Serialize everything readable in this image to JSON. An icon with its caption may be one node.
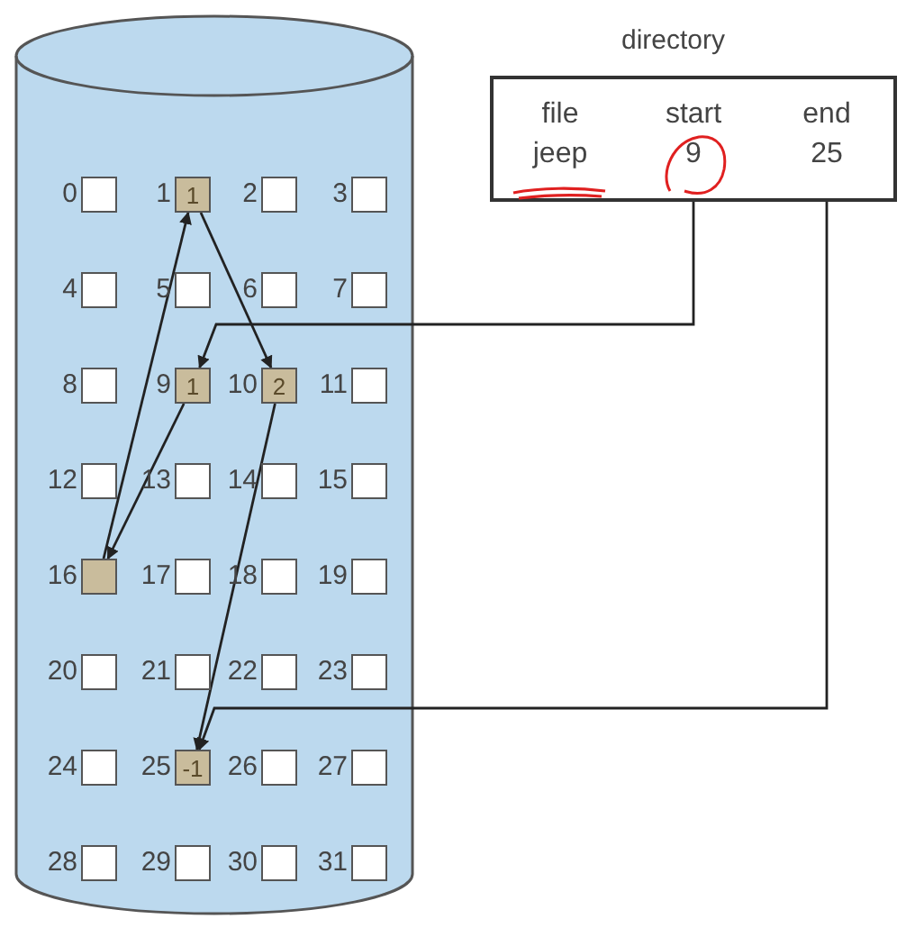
{
  "diagram": {
    "nodes": [
      {
        "text": [],
        "shape": "cylinder"
      },
      {
        "text": [],
        "shape": "box",
        "in": 0,
        "beside": [
          "0"
        ]
      },
      {
        "text": [
          "1"
        ],
        "in": 0,
        "beside": [
          "1"
        ]
      },
      {
        "text": [],
        "shape": "box",
        "in": 0,
        "beside": [
          "2"
        ]
      },
      {
        "text": [],
        "shape": "box",
        "in": 0,
        "beside": [
          "3"
        ]
      },
      {
        "text": [],
        "shape": "box",
        "in": 0,
        "beside": [
          "4"
        ]
      },
      {
        "text": [],
        "shape": "box",
        "in": 0,
        "beside": [
          "5"
        ]
      },
      {
        "text": [],
        "shape": "box",
        "in": 0,
        "beside": [
          "6"
        ]
      },
      {
        "text": [],
        "shape": "box",
        "in": 0,
        "beside": [
          "7"
        ]
      },
      {
        "text": [],
        "shape": "box",
        "in": 0,
        "beside": [
          "8"
        ]
      },
      {
        "text": [
          "1"
        ],
        "in": 0,
        "beside": [
          "9"
        ]
      },
      {
        "text": [
          "2"
        ],
        "in": 0,
        "beside": [
          "10"
        ]
      },
      {
        "text": [],
        "shape": "box",
        "in": 0,
        "beside": [
          "11"
        ]
      },
      {
        "text": [],
        "shape": "box",
        "in": 0,
        "beside": [
          "12"
        ]
      },
      {
        "text": [],
        "shape": "box",
        "in": 0,
        "beside": [
          "13"
        ]
      },
      {
        "text": [],
        "shape": "box",
        "in": 0,
        "beside": [
          "14"
        ]
      },
      {
        "text": [],
        "shape": "box",
        "in": 0,
        "beside": [
          "15"
        ]
      },
      {
        "text": [],
        "shape": "box",
        "in": 0,
        "beside": [
          "16"
        ]
      },
      {
        "text": [],
        "shape": "box",
        "in": 0,
        "beside": [
          "17"
        ]
      },
      {
        "text": [],
        "shape": "box",
        "in": 0,
        "beside": [
          "18"
        ]
      },
      {
        "text": [],
        "shape": "box",
        "in": 0,
        "beside": [
          "19"
        ]
      },
      {
        "text": [],
        "shape": "box",
        "in": 0,
        "beside": [
          "20"
        ]
      },
      {
        "text": [],
        "shape": "box",
        "in": 0,
        "beside": [
          "21"
        ]
      },
      {
        "text": [],
        "shape": "box",
        "in": 0,
        "beside": [
          "22"
        ]
      },
      {
        "text": [],
        "shape": "box",
        "in": 0,
        "beside": [
          "23"
        ]
      },
      {
        "text": [],
        "shape": "box",
        "in": 0,
        "beside": [
          "24"
        ]
      },
      {
        "text": [
          "-1"
        ],
        "in": 0,
        "beside": [
          "25"
        ]
      },
      {
        "text": [],
        "shape": "box",
        "in": 0,
        "beside": [
          "26"
        ]
      },
      {
        "text": [],
        "shape": "box",
        "in": 0,
        "beside": [
          "27"
        ]
      },
      {
        "text": [],
        "shape": "box",
        "in": 0,
        "beside": [
          "28"
        ]
      },
      {
        "text": [],
        "shape": "box",
        "in": 0,
        "beside": [
          "29"
        ]
      },
      {
        "text": [],
        "shape": "box",
        "in": 0,
        "beside": [
          "30"
        ]
      },
      {
        "text": [],
        "shape": "box",
        "in": 0,
        "beside": [
          "31"
        ]
      },
      {
        "text": [
          "directory",
          "file",
          "start",
          "end",
          "jeep"
        ]
      },
      {
        "text": [
          "9"
        ],
        "in": 33
      },
      {
        "text": [
          "25"
        ],
        "in": 33
      }
    ],
    "edges": [
      {
        "from": 34,
        "to": 10,
        "arrow": "to"
      },
      {
        "from": 35,
        "to": 26,
        "arrow": "to"
      },
      {
        "from": 10,
        "to": 17,
        "arrow": "to"
      },
      {
        "from": 17,
        "to": 2,
        "arrow": "to"
      },
      {
        "from": 2,
        "to": 11,
        "arrow": "to"
      },
      {
        "from": 11,
        "to": 26,
        "arrow": "to"
      }
    ]
  }
}
